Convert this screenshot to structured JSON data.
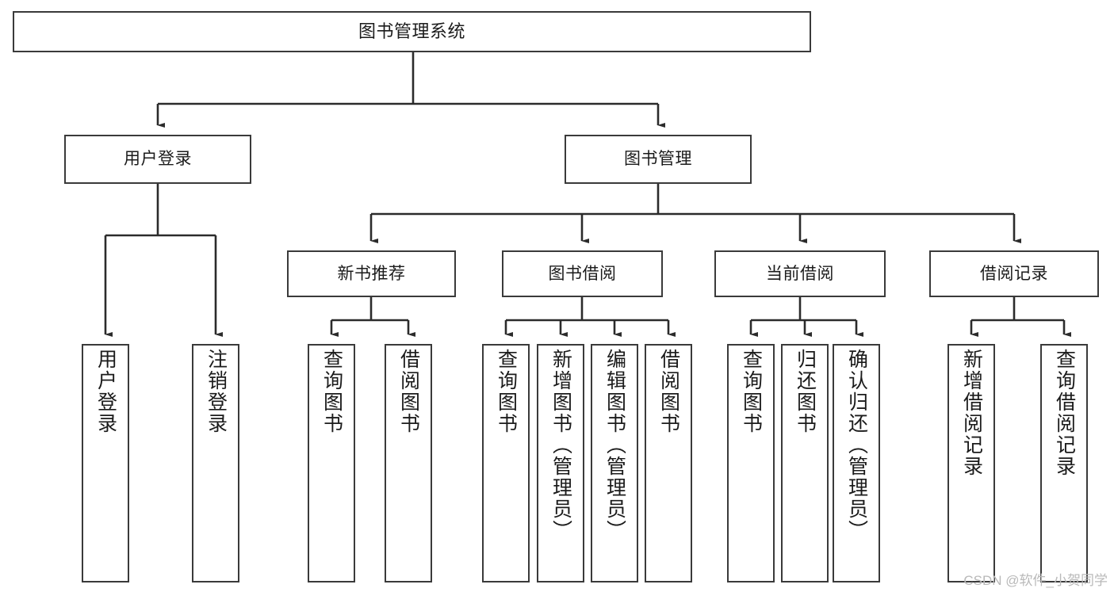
{
  "diagram": {
    "type": "tree-hierarchy",
    "title": "图书管理系统",
    "watermark": "CSDN @软件_小贺同学",
    "colors": {
      "background": "#ffffff",
      "box_fill": "#ffffff",
      "box_border": "#3a3a3a",
      "connector": "#2b2b2b",
      "text": "#1b1b1b",
      "watermark": "#b9b9b9"
    },
    "nodes": {
      "root": {
        "label": "图书管理系统"
      },
      "level2": [
        {
          "label": "用户登录"
        },
        {
          "label": "图书管理"
        }
      ],
      "level3": [
        {
          "label": "新书推荐"
        },
        {
          "label": "图书借阅"
        },
        {
          "label": "当前借阅"
        },
        {
          "label": "借阅记录"
        }
      ],
      "leaves": {
        "user_login": [
          {
            "label": "用户登录"
          },
          {
            "label": "注销登录"
          }
        ],
        "new_book_recommend": [
          {
            "label": "查询图书"
          },
          {
            "label": "借阅图书"
          }
        ],
        "book_borrow": [
          {
            "label": "查询图书"
          },
          {
            "label": "新增图书（管理员）"
          },
          {
            "label": "编辑图书（管理员）"
          },
          {
            "label": "借阅图书"
          }
        ],
        "current_borrow": [
          {
            "label": "查询图书"
          },
          {
            "label": "归还图书"
          },
          {
            "label": "确认归还（管理员）"
          }
        ],
        "borrow_record": [
          {
            "label": "新增借阅记录"
          },
          {
            "label": "查询借阅记录"
          }
        ]
      }
    }
  }
}
